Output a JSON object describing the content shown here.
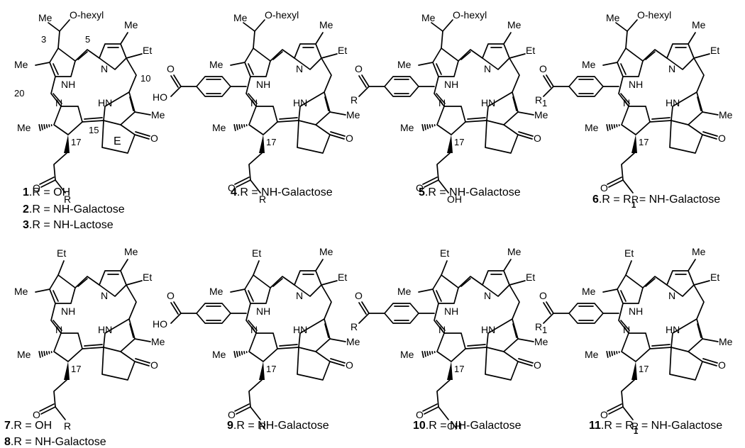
{
  "figure": {
    "compounds": [
      {
        "id": "c1",
        "captions": [
          {
            "number": "1",
            "text": ".R = OH"
          },
          {
            "number": "2",
            "text": ".R = NH-Galactose"
          },
          {
            "number": "3",
            "text": ".R = NH-Lactose"
          }
        ],
        "top_left_group": "O-hexyl",
        "substituents": {
          "methyl": "Me",
          "ethyl": "Et",
          "nh": "NH",
          "hn": "HN",
          "n": "N",
          "o": "O",
          "r": "R"
        },
        "ring_e_label": "E",
        "positions": [
          "3",
          "5",
          "10",
          "15",
          "17",
          "20"
        ]
      },
      {
        "id": "c4",
        "captions": [
          {
            "number": "4",
            "text": ".R = NH-Galactose"
          }
        ],
        "top_left_group": "O-hexyl",
        "aryl_acid": "HO",
        "positions": [
          "17"
        ]
      },
      {
        "id": "c5",
        "captions": [
          {
            "number": "5",
            "text": ".R = NH-Galactose"
          }
        ],
        "top_left_group": "O-hexyl",
        "aryl_r": "R",
        "chain_acid": "OH",
        "positions": [
          "17"
        ]
      },
      {
        "id": "c6",
        "captions": [
          {
            "number": "6",
            "text": ".R = R",
            "sub": "1",
            "tail": " = NH-Galactose"
          }
        ],
        "top_left_group": "O-hexyl",
        "aryl_r": "R",
        "aryl_r_sub": "1",
        "positions": [
          "17"
        ]
      },
      {
        "id": "c7",
        "captions": [
          {
            "number": "7",
            "text": ".R = OH"
          },
          {
            "number": "8",
            "text": ".R = NH-Galactose"
          }
        ],
        "positions": [
          "17"
        ]
      },
      {
        "id": "c9",
        "captions": [
          {
            "number": "9",
            "text": ".R = NH-Galactose"
          }
        ],
        "aryl_acid": "HO",
        "positions": [
          "17"
        ]
      },
      {
        "id": "c10",
        "captions": [
          {
            "number": "10",
            "text": ".R = NH-Galactose"
          }
        ],
        "aryl_r": "R",
        "chain_acid": "OH",
        "positions": [
          "17"
        ]
      },
      {
        "id": "c11",
        "captions": [
          {
            "number": "11",
            "text": ".R = R",
            "sub": "1",
            "tail": " = NH-Galactose"
          }
        ],
        "aryl_r": "R",
        "aryl_r_sub": "1",
        "positions": [
          "17"
        ]
      }
    ],
    "atoms": {
      "me": "Me",
      "et": "Et",
      "nh": "NH",
      "hn": "HN",
      "n": "N",
      "o": "O",
      "r": "R",
      "oh": "OH",
      "ho": "HO",
      "ohexyl": "O-hexyl",
      "mehash": "Me"
    }
  }
}
